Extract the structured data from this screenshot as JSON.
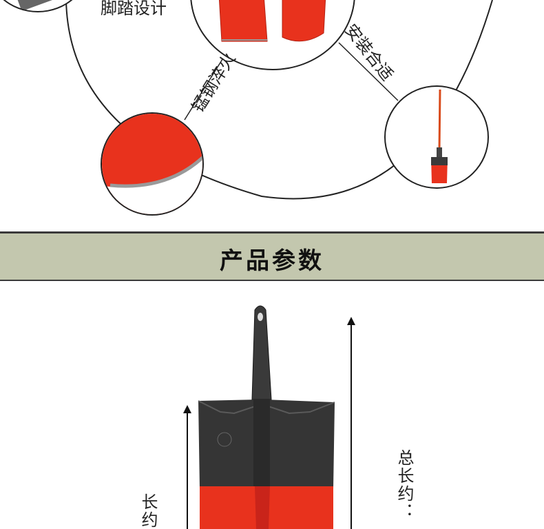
{
  "features": {
    "pedal_design_label": "脚踏设计",
    "manganese_quench_label": "锰钢淬火",
    "easy_install_label": "安装合适"
  },
  "banner": {
    "title": "产品参数"
  },
  "dimensions": {
    "blade_length_label": "长约",
    "total_length_label": "总长约："
  },
  "colors": {
    "accent_red": "#e8321d",
    "steel_dark": "#2e2e2e",
    "banner_bg": "#c3c7ae",
    "handle_orange": "#d94b1c"
  }
}
